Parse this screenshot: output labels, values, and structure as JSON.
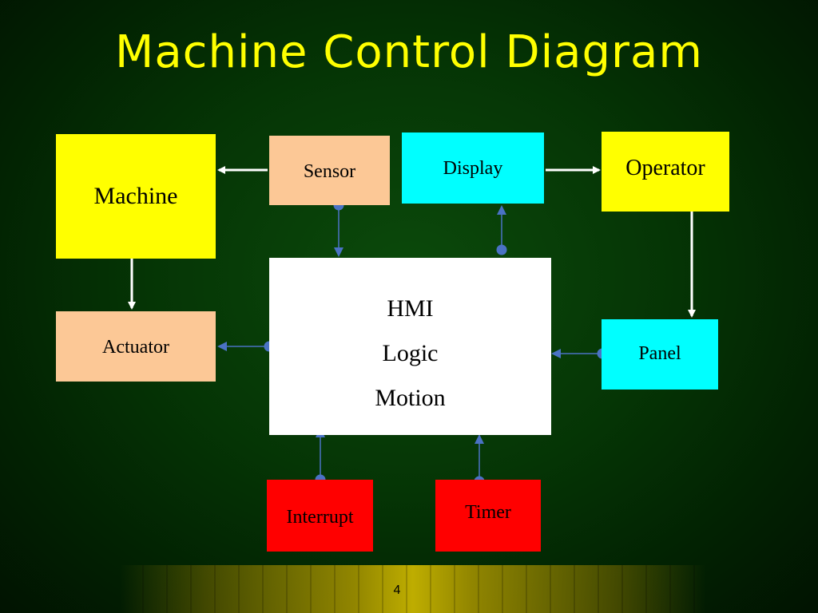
{
  "title": "Machine Control Diagram",
  "page_number": "4",
  "colors": {
    "background": "#053505",
    "title": "#ffff00",
    "machine": "#ffff00",
    "operator": "#ffff00",
    "sensor": "#fcc896",
    "actuator": "#fcc896",
    "display": "#00ffff",
    "panel": "#00ffff",
    "hmi": "#ffffff",
    "interrupt": "#ff0000",
    "timer": "#ff0000",
    "white_arrow": "#ffffff",
    "blue_connector": "#4a72c4"
  },
  "blocks": {
    "machine": "Machine",
    "sensor": "Sensor",
    "display": "Display",
    "operator": "Operator",
    "actuator": "Actuator",
    "panel": "Panel",
    "interrupt": "Interrupt",
    "timer": "Timer",
    "hmi": {
      "lines": [
        "HMI",
        "Logic",
        "Motion"
      ]
    }
  },
  "connections": [
    {
      "from": "sensor",
      "to": "machine",
      "style": "white-arrow"
    },
    {
      "from": "display",
      "to": "operator",
      "style": "white-arrow"
    },
    {
      "from": "machine",
      "to": "actuator",
      "style": "white-arrow"
    },
    {
      "from": "operator",
      "to": "panel",
      "style": "white-arrow"
    },
    {
      "from": "sensor",
      "to": "hmi",
      "style": "blue-dot-arrow"
    },
    {
      "from": "hmi",
      "to": "display",
      "style": "blue-dot-arrow"
    },
    {
      "from": "hmi",
      "to": "actuator",
      "style": "blue-dot-arrow"
    },
    {
      "from": "panel",
      "to": "hmi",
      "style": "blue-dot-arrow"
    },
    {
      "from": "interrupt",
      "to": "hmi",
      "style": "blue-dot-arrow"
    },
    {
      "from": "timer",
      "to": "hmi",
      "style": "blue-dot-arrow"
    }
  ]
}
